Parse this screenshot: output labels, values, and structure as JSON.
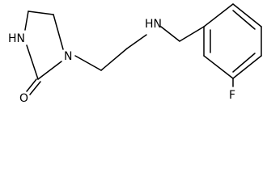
{
  "molecule": {
    "atoms": {
      "nh_ring": "HN",
      "n_ring": "N",
      "carbonyl_o": "O",
      "nh_amine": "HN",
      "fluorine": "F"
    }
  }
}
